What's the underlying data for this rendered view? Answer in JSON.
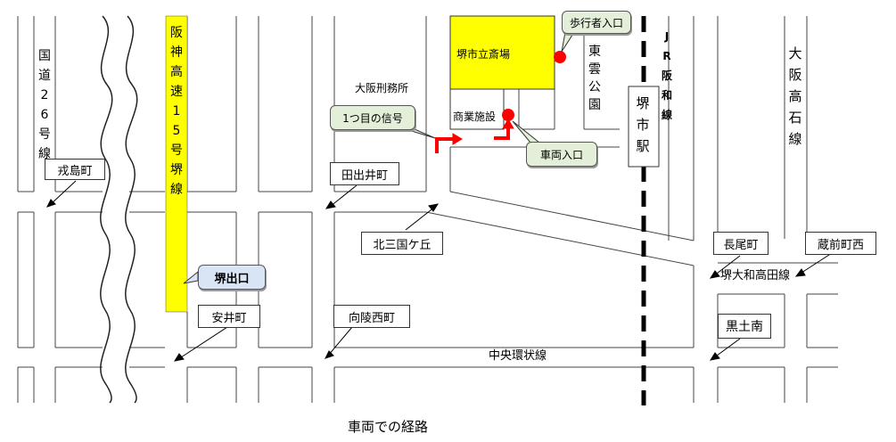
{
  "caption": "車両での経路",
  "roads": {
    "national26": "国道26号線",
    "hanshin": "阪神高速15号堺線",
    "jr_line": "JR阪和線",
    "osaka_takaishi": "大阪高石線",
    "chuo_kanjo": "中央環状線",
    "sakai_owada": "堺大和高田線"
  },
  "intersections": {
    "ebisujima": "戎島町",
    "tadeii": "田出井町",
    "kitamikunigaoka": "北三国ケ丘",
    "yasui": "安井町",
    "mukaiminami": "向陵西町",
    "nagao": "長尾町",
    "kuramae_nishi": "蔵前町西",
    "kurotsuchi_minami": "黒土南"
  },
  "places": {
    "crematorium": "堺市立斎場",
    "prison": "大阪刑務所",
    "commercial": "商業施設",
    "park": "東雲公園",
    "station": "堺市駅",
    "sakai_exit": "堺出口"
  },
  "callouts": {
    "first_signal": "1つ目の信号",
    "pedestrian_entrance": "歩行者入口",
    "vehicle_entrance": "車両入口"
  },
  "colors": {
    "highway": "#ffff00",
    "crematorium": "#ffff00",
    "route_arrow": "#ff0000",
    "entrance_dot": "#ff0000",
    "callout_bg": "#e3efd9",
    "exit_bg": "#d9e4f5"
  }
}
